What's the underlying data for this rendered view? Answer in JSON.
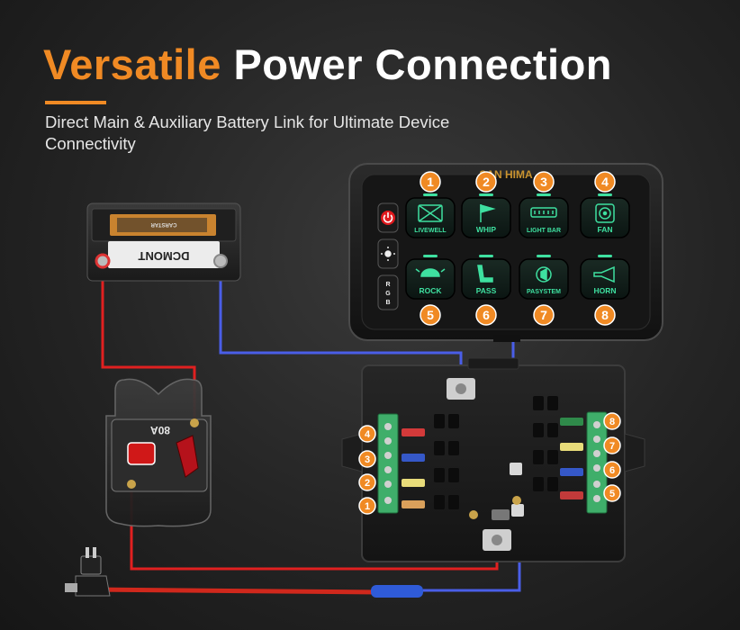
{
  "header": {
    "title_highlight": "Versatile",
    "title_rest": "Power Connection",
    "subtitle": "Direct Main & Auxiliary Battery Link for Ultimate Device Connectivity"
  },
  "colors": {
    "accent": "#f08a24",
    "switch_glow": "#3ee0a0",
    "positive_wire": "#e02020",
    "negative_wire": "#4a5ee8"
  },
  "control_panel": {
    "brand": "SAN HIMA",
    "side_buttons": {
      "power": "power-icon",
      "brightness": "brightness-icon",
      "rgb": "RGB"
    },
    "switches": [
      {
        "number": "1",
        "label": "LIVEWELL",
        "icon": "livewell-icon"
      },
      {
        "number": "2",
        "label": "WHIP",
        "icon": "flag-icon"
      },
      {
        "number": "3",
        "label": "LIGHT BAR",
        "icon": "light-bar-icon"
      },
      {
        "number": "4",
        "label": "FAN",
        "icon": "fan-icon"
      },
      {
        "number": "5",
        "label": "ROCK",
        "icon": "rock-light-icon"
      },
      {
        "number": "6",
        "label": "PASS",
        "icon": "seat-icon"
      },
      {
        "number": "7",
        "label": "PASYSTEM",
        "icon": "pa-system-icon"
      },
      {
        "number": "8",
        "label": "HORN",
        "icon": "horn-icon"
      }
    ]
  },
  "battery": {
    "brand": "DCMONT",
    "brand_bar": "CARSTAR"
  },
  "circuit_breaker": {
    "rating": "80A"
  },
  "fuse_box": {
    "left_channels": [
      "4",
      "3",
      "2",
      "1"
    ],
    "right_channels": [
      "8",
      "7",
      "6",
      "5"
    ]
  }
}
